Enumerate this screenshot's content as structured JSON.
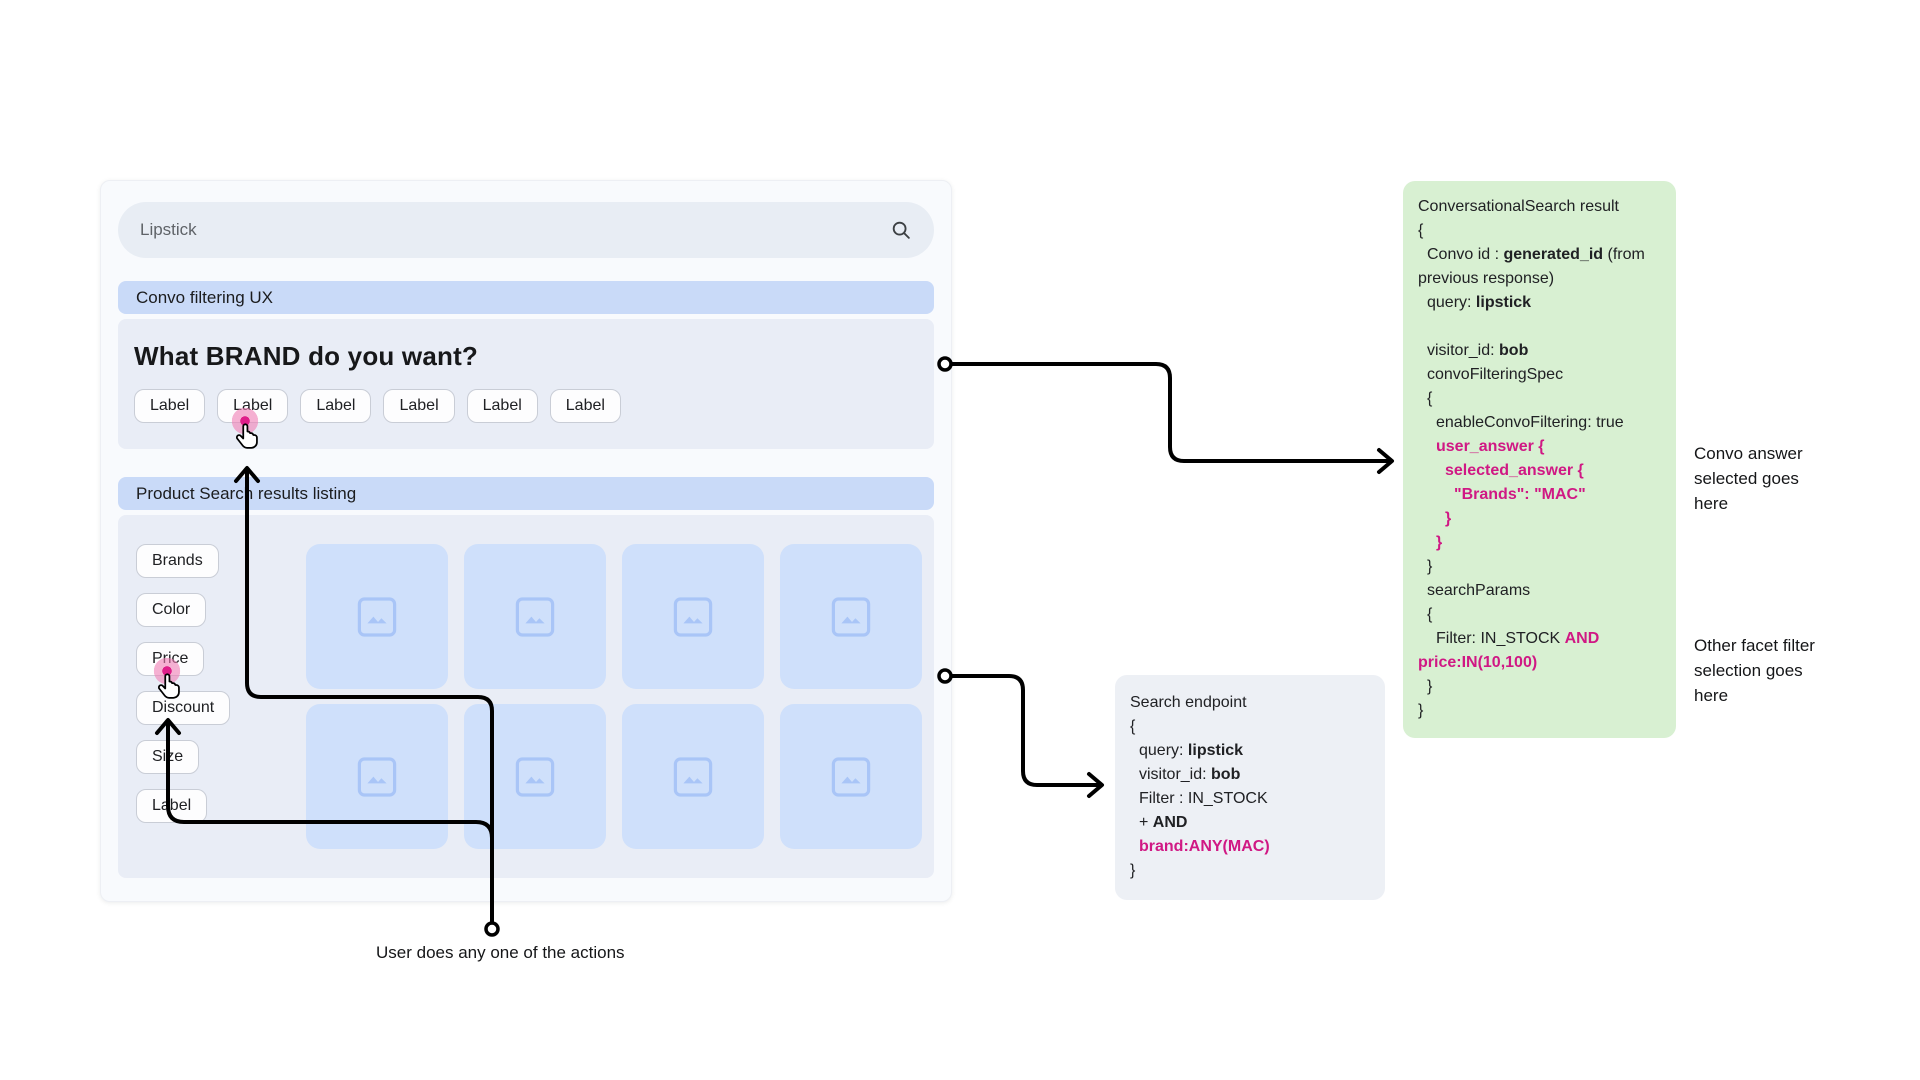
{
  "colors": {
    "pink": "#d01884",
    "banner": "#c9daf8",
    "section": "#e9edf6",
    "tile": "#cfe0fb",
    "green": "#d8f0d2",
    "gray": "#edf0f5"
  },
  "icons": {
    "search": "magnifier",
    "tile_placeholder": "image-placeholder",
    "click_indicator": "hand-pointer"
  },
  "search": {
    "value": "Lipstick"
  },
  "banners": {
    "convo": "Convo filtering UX",
    "results": "Product Search results listing"
  },
  "question": {
    "title": "What BRAND do you want?",
    "chips": [
      "Label",
      "Label",
      "Label",
      "Label",
      "Label",
      "Label"
    ]
  },
  "filters": [
    "Brands",
    "Color",
    "Price",
    "Discount",
    "Size",
    "Label"
  ],
  "results_grid": {
    "rows": 2,
    "cols": 4
  },
  "green_block": {
    "title": "ConversationalSearch result",
    "lines": [
      {
        "i": 0,
        "s": [
          [
            "ConversationalSearch result",
            "p"
          ]
        ]
      },
      {
        "i": 0,
        "s": [
          [
            "{",
            "p"
          ]
        ]
      },
      {
        "i": 1,
        "s": [
          [
            "Convo id : ",
            "p"
          ],
          [
            "generated_id",
            "b"
          ],
          [
            " (from",
            "p"
          ]
        ]
      },
      {
        "i": 0,
        "s": [
          [
            "previous response)",
            "p"
          ]
        ]
      },
      {
        "i": 1,
        "s": [
          [
            "query: ",
            "p"
          ],
          [
            "lipstick",
            "b"
          ]
        ]
      },
      {
        "i": 0,
        "s": []
      },
      {
        "i": 1,
        "s": [
          [
            "visitor_id: ",
            "p"
          ],
          [
            "bob",
            "b"
          ]
        ]
      },
      {
        "i": 1,
        "s": [
          [
            "convoFilteringSpec",
            "p"
          ]
        ]
      },
      {
        "i": 1,
        "s": [
          [
            "{",
            "p"
          ]
        ]
      },
      {
        "i": 2,
        "s": [
          [
            "enableConvoFiltering: true",
            "p"
          ]
        ]
      },
      {
        "i": 2,
        "s": [
          [
            "user_answer {",
            "pb"
          ]
        ]
      },
      {
        "i": 3,
        "s": [
          [
            "selected_answer {",
            "pb"
          ]
        ]
      },
      {
        "i": 4,
        "s": [
          [
            "\"Brands\": \"MAC\"",
            "pb"
          ]
        ]
      },
      {
        "i": 3,
        "s": [
          [
            "}",
            "pb"
          ]
        ]
      },
      {
        "i": 2,
        "s": [
          [
            "}",
            "pb"
          ]
        ]
      },
      {
        "i": 1,
        "s": [
          [
            "}",
            "p"
          ]
        ]
      },
      {
        "i": 1,
        "s": [
          [
            "searchParams",
            "p"
          ]
        ]
      },
      {
        "i": 1,
        "s": [
          [
            "{",
            "p"
          ]
        ]
      },
      {
        "i": 2,
        "s": [
          [
            "Filter: IN_STOCK ",
            "p"
          ],
          [
            "AND",
            "pb"
          ]
        ]
      },
      {
        "i": 0,
        "s": [
          [
            "price:IN(10,100)",
            "pb"
          ]
        ]
      },
      {
        "i": 1,
        "s": [
          [
            "}",
            "p"
          ]
        ]
      },
      {
        "i": 0,
        "s": [
          [
            "}",
            "p"
          ]
        ]
      }
    ]
  },
  "gray_block": {
    "title": "Search endpoint",
    "lines": [
      {
        "i": 0,
        "s": [
          [
            "Search endpoint",
            "p"
          ]
        ]
      },
      {
        "i": 0,
        "s": [
          [
            "{",
            "p"
          ]
        ]
      },
      {
        "i": 1,
        "s": [
          [
            "query: ",
            "p"
          ],
          [
            "lipstick",
            "b"
          ]
        ]
      },
      {
        "i": 1,
        "s": [
          [
            "visitor_id: ",
            "p"
          ],
          [
            "bob",
            "b"
          ]
        ]
      },
      {
        "i": 1,
        "s": [
          [
            "Filter : IN_STOCK",
            "p"
          ]
        ]
      },
      {
        "i": 1,
        "s": [
          [
            "+ ",
            "p"
          ],
          [
            "AND",
            "b"
          ]
        ]
      },
      {
        "i": 1,
        "s": [
          [
            "brand:ANY(MAC)",
            "pb"
          ]
        ]
      },
      {
        "i": 0,
        "s": [
          [
            "}",
            "p"
          ]
        ]
      }
    ]
  },
  "annotations": {
    "convo_answer": "Convo answer\nselected goes\nhere",
    "other_facet": "Other facet filter\nselection goes\nhere",
    "user_action": "User does any one of the actions"
  }
}
